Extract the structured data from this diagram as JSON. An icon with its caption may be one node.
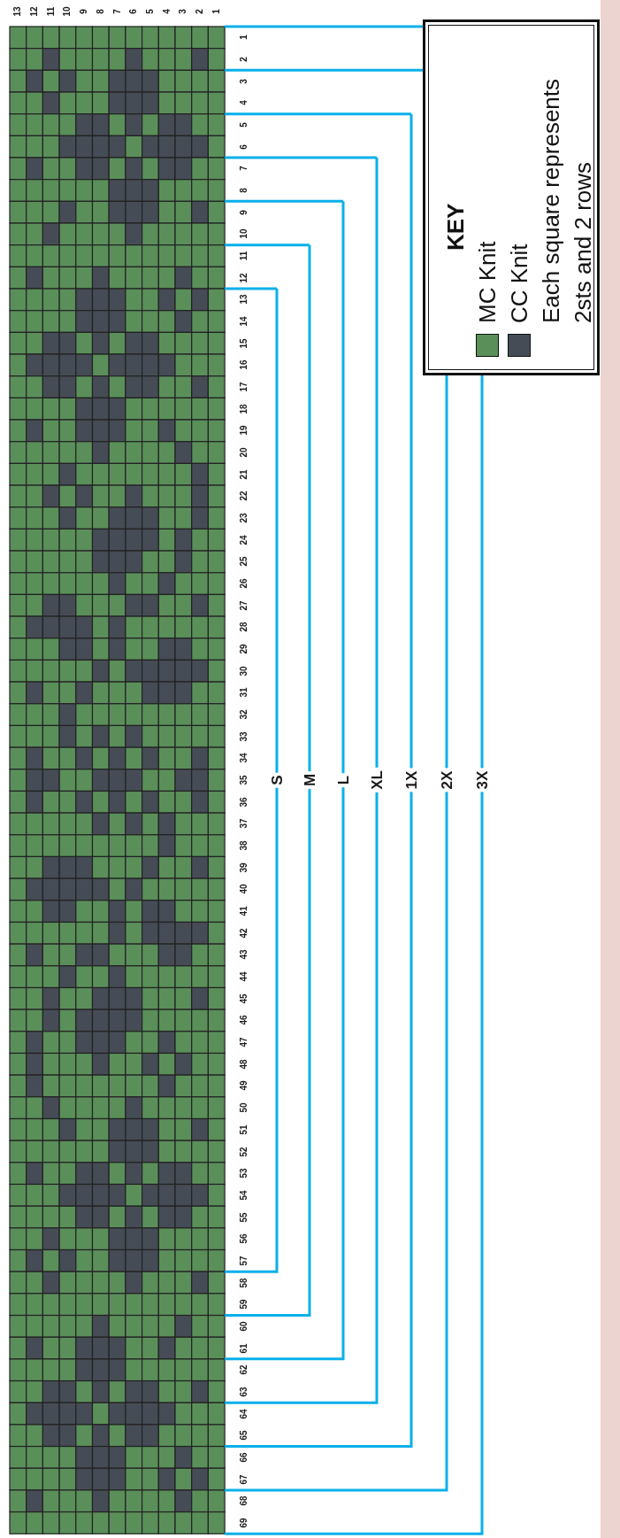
{
  "diagram": {
    "labels": [
      "13",
      "12",
      "11",
      "10",
      "9",
      "8",
      "7",
      "6",
      "5",
      "4",
      "3",
      "2",
      "1",
      "1",
      "2",
      "3",
      "4",
      "5",
      "6",
      "7",
      "8",
      "9",
      "10",
      "11",
      "12",
      "13",
      "14",
      "15",
      "16",
      "17",
      "18",
      "19",
      "20",
      "21",
      "22",
      "23",
      "24",
      "25",
      "26",
      "27",
      "28",
      "29",
      "30",
      "31",
      "32",
      "33",
      "34",
      "35",
      "36",
      "37",
      "38",
      "39",
      "40",
      "41",
      "42",
      "43",
      "44",
      "45",
      "46",
      "47",
      "48",
      "49",
      "50",
      "51",
      "52",
      "53",
      "54",
      "55",
      "56",
      "57",
      "58",
      "59",
      "60",
      "61",
      "62",
      "63",
      "64",
      "65",
      "66",
      "67",
      "68",
      "69",
      "S",
      "M",
      "L",
      "XL",
      "1X",
      "2X",
      "3X",
      "KEY",
      "Each square represents 2sts and 2 rows"
    ],
    "legend": [
      {
        "text": "MC Knit",
        "color": "#5a8f5a"
      },
      {
        "text": "CC Knit",
        "color": "#454c55"
      }
    ]
  }
}
